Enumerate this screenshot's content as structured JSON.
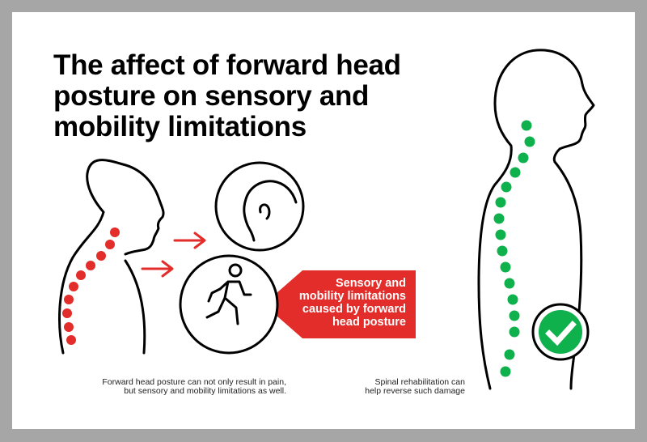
{
  "title": {
    "lines": [
      "The affect of forward head",
      "posture on sensory and",
      "mobility limitations"
    ]
  },
  "callout": {
    "lines": [
      "Sensory and",
      "mobility limitations",
      "caused by forward",
      "head posture"
    ],
    "color": "#e32d2a"
  },
  "captions": {
    "left": [
      "Forward head posture can not only result in pain,",
      "but sensory and mobility limitations as well."
    ],
    "right": [
      "Spinal rehabilitation can",
      "help reverse such damage"
    ]
  },
  "icons": {
    "bad_posture_figure": "forward-head-posture-silhouette",
    "good_posture_figure": "upright-posture-silhouette",
    "sensory_icon": "head-profile-icon",
    "mobility_icon": "running-person-icon",
    "arrows": "right-arrow-icon",
    "check": "checkmark-icon"
  },
  "colors": {
    "border": "#a6a6a6",
    "bad_spine": "#e32d2a",
    "good_spine": "#0fb14c",
    "outline": "#000000"
  }
}
